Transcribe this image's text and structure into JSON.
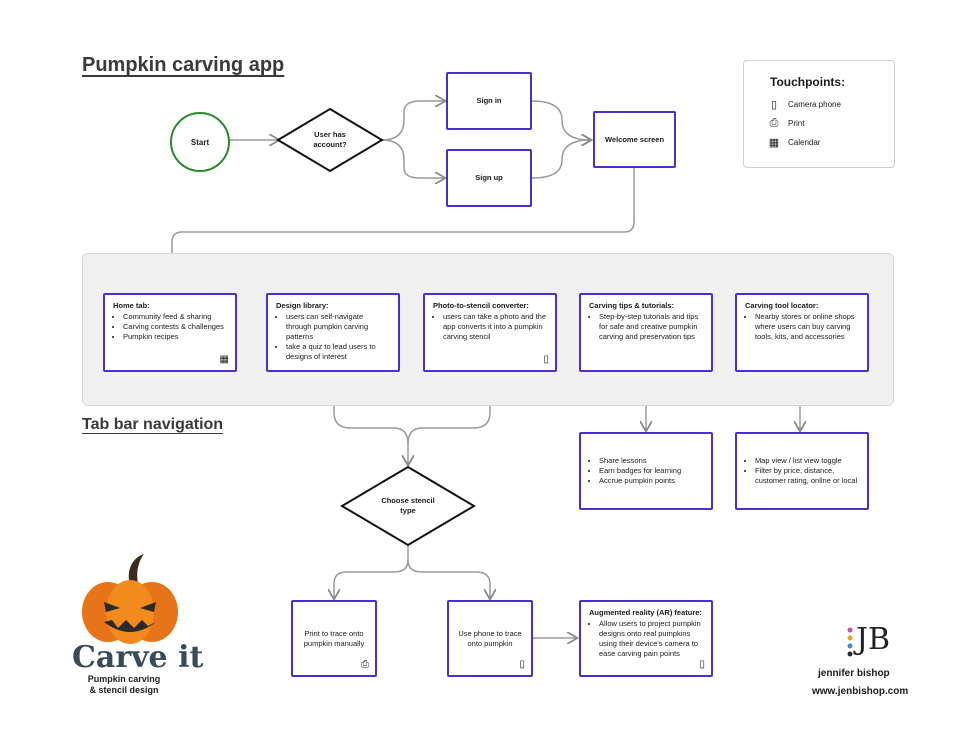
{
  "title": "Pumpkin carving app",
  "section_title": "Tab bar navigation",
  "start": "Start",
  "decision_account": "User has account?",
  "sign_in": "Sign in",
  "sign_up": "Sign up",
  "welcome": "Welcome screen",
  "touchpoints": {
    "title": "Touchpoints:",
    "items": [
      {
        "icon": "phone-icon",
        "label": "Camera phone"
      },
      {
        "icon": "printer-icon",
        "label": "Print"
      },
      {
        "icon": "calendar-icon",
        "label": "Calendar"
      }
    ]
  },
  "tabs": [
    {
      "heading": "Home tab:",
      "bullets": [
        "Community feed & sharing",
        "Carving contests & challenges",
        "Pumpkin recipes"
      ],
      "icon": "calendar-icon"
    },
    {
      "heading": "Design library:",
      "bullets": [
        "users can self-navigate through pumpkin carving patterns",
        "take a quiz to lead users to designs of interest"
      ],
      "icon": ""
    },
    {
      "heading": "Photo-to-stencil converter:",
      "bullets": [
        "users can take a photo and the app converts it into a pumpkin carving stencil"
      ],
      "icon": "phone-icon"
    },
    {
      "heading": "Carving tips & tutorials:",
      "bullets": [
        "Step-by-step tutorials and tips for safe and creative pumpkin carving and preservation tips"
      ],
      "icon": ""
    },
    {
      "heading": "Carving tool locator:",
      "bullets": [
        "Nearby stores or online shops where users can buy carving tools, kits, and accessories"
      ],
      "icon": ""
    }
  ],
  "tips_detail": [
    "Share lessons",
    "Earn badges for learning",
    "Accrue pumpkin points"
  ],
  "locator_detail": [
    "Map view / list view toggle",
    "Filter by price, distance, customer rating, online or local"
  ],
  "decision_stencil": "Choose stencil type",
  "print_option": "Print to trace onto pumpkin manually",
  "phone_option": "Use phone to trace onto pumpkin",
  "ar": {
    "heading": "Augmented reality (AR) feature:",
    "bullets": [
      "Allow users to project pumpkin designs onto real pumpkins using their device's camera to ease carving pain points"
    ]
  },
  "brand": {
    "name": "Carve it",
    "tagline_1": "Pumpkin carving",
    "tagline_2": "& stencil design"
  },
  "author": {
    "monogram": "JB",
    "name": "jennifer bishop",
    "url": "www.jenbishop.com"
  },
  "colors": {
    "accent": "#4a2fd0",
    "start": "#2a8a2a",
    "pumpkin": "#f28a1e"
  }
}
